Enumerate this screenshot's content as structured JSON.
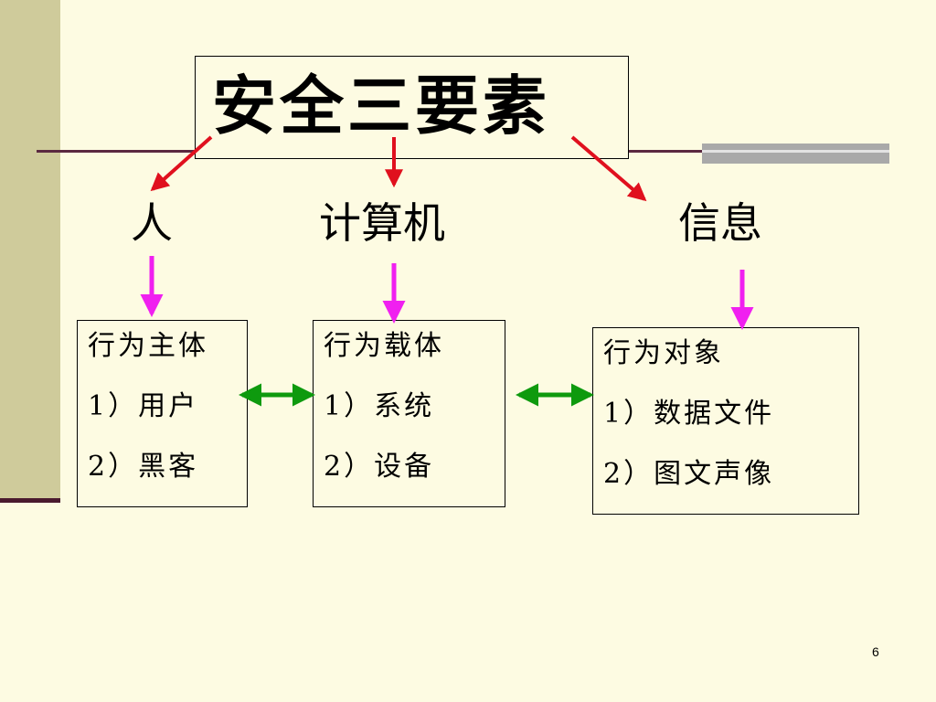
{
  "title": "安全三要素",
  "elements": [
    {
      "label": "人"
    },
    {
      "label": "计算机"
    },
    {
      "label": "信息"
    }
  ],
  "boxes": [
    {
      "heading": "行为主体",
      "items": [
        "1）用户",
        "2）黑客"
      ]
    },
    {
      "heading": "行为载体",
      "items": [
        "1）系统",
        "2）设备"
      ]
    },
    {
      "heading": "行为对象",
      "items": [
        "1）数据文件",
        "2）图文声像"
      ]
    }
  ],
  "colors": {
    "background": "#FDFBE2",
    "sidebar": "#CFCB9B",
    "rule": "#5B2940",
    "title_arrows": "#E0101E",
    "down_arrows": "#F020F0",
    "link_arrows": "#0E9A0E"
  },
  "page_number": "6"
}
